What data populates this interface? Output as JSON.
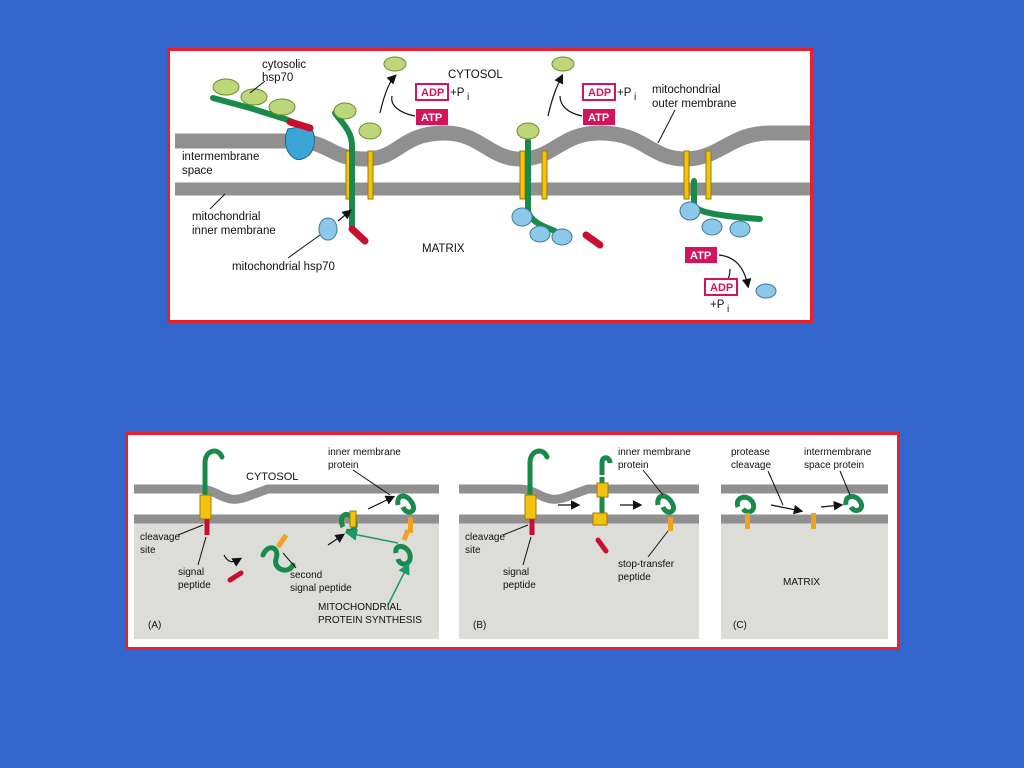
{
  "top": {
    "labels": {
      "cytosolic_hsp70": [
        "cytosolic",
        "hsp70"
      ],
      "cytosol": "CYTOSOL",
      "outer_membrane": [
        "mitochondrial",
        "outer membrane"
      ],
      "intermembrane_space": [
        "intermembrane",
        "space"
      ],
      "inner_membrane": [
        "mitochondrial",
        "inner membrane"
      ],
      "mito_hsp70": "mitochondrial hsp70",
      "matrix": "MATRIX",
      "adp": "ADP",
      "atp": "ATP",
      "pi": "+P",
      "pi_sub": "i"
    }
  },
  "bottom": {
    "panel_a": {
      "cytosol": "CYTOSOL",
      "inner_membrane_protein": [
        "inner membrane",
        "protein"
      ],
      "cleavage_site": [
        "cleavage",
        "site"
      ],
      "signal_peptide": [
        "signal",
        "peptide"
      ],
      "second_signal_peptide": [
        "second",
        "signal peptide"
      ],
      "mito_synthesis": [
        "MITOCHONDRIAL",
        "PROTEIN SYNTHESIS"
      ],
      "tag": "(A)"
    },
    "panel_b": {
      "inner_membrane_protein": [
        "inner membrane",
        "protein"
      ],
      "cleavage_site": [
        "cleavage",
        "site"
      ],
      "signal_peptide": [
        "signal",
        "peptide"
      ],
      "stop_transfer": [
        "stop-transfer",
        "peptide"
      ],
      "tag": "(B)"
    },
    "panel_c": {
      "protease_cleavage": [
        "protease",
        "cleavage"
      ],
      "intermembrane_space_protein": [
        "intermembrane",
        "space protein"
      ],
      "matrix": "MATRIX",
      "tag": "(C)"
    }
  },
  "colors": {
    "background": "#3366cc",
    "border": "#e8202a",
    "membrane": "#909090",
    "chain": "#1a8a4a",
    "signal": "#c8102e",
    "cyto_hsp70": "#bcd67a",
    "mito_hsp70": "#8cc8ea",
    "receptor": "#f2c40f",
    "atp_badge": "#d4145a",
    "matrix_fill": "#dcdcd8"
  }
}
